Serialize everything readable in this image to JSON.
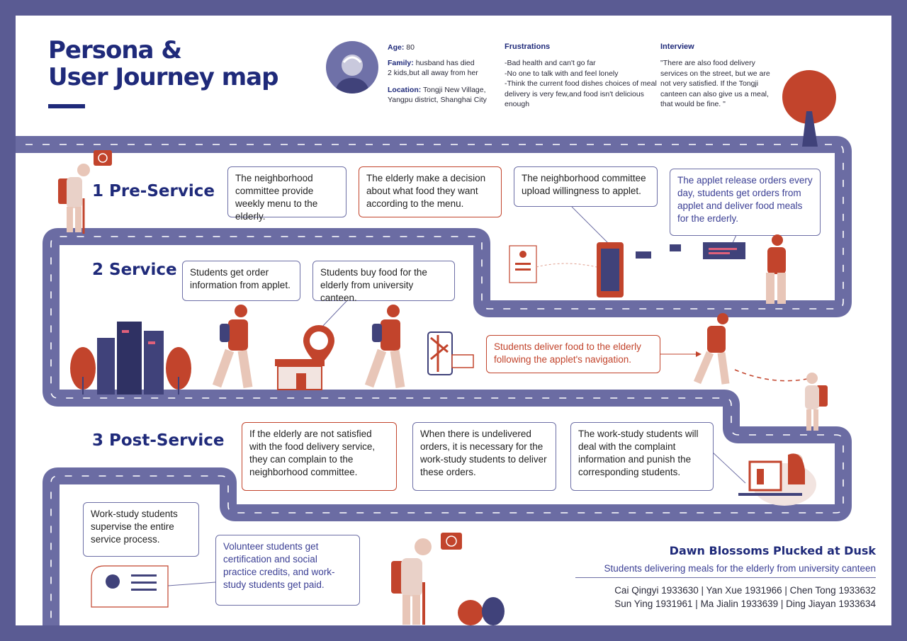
{
  "title_line1": "Persona &",
  "title_line2": "User Journey map",
  "persona": {
    "age_label": "Age:",
    "age": "80",
    "family_label": "Family:",
    "family_line1": "husband has died",
    "family_line2": "2 kids,but all away  from her",
    "location_label": "Location:",
    "location_line1": "Tongji New Village,",
    "location_line2": "Yangpu district, Shanghai City"
  },
  "frustrations": {
    "heading": "Frustrations",
    "item1": "-Bad health and can't go far",
    "item2": "-No one to talk with and feel lonely",
    "item3": "-Think the current food dishes choices of meal delivery is very few,and food isn't delicious enough"
  },
  "interview": {
    "heading": "Interview",
    "quote": "\"There are also food delivery services on the street, but we are not very satisfied. If the Tongji canteen can also give us a meal, that would be fine. \""
  },
  "stages": {
    "s1": "1  Pre-Service",
    "s2": "2  Service",
    "s3": "3  Post-Service"
  },
  "boxes": {
    "b1": "The neighborhood committee provide weekly menu to the elderly.",
    "b2": "The elderly make a decision about what food they want according to the menu.",
    "b3": "The neighborhood committee upload willingness to applet.",
    "b4": "The applet release orders every day, students get orders from applet and deliver food meals for the erderly.",
    "b5": "Students get order information from applet.",
    "b6": "Students buy food for the elderly from university canteen.",
    "b7": "Students  deliver food to the elderly following the applet's navigation.",
    "b8": "If the elderly are not satisfied with the food delivery service, they can complain to the neighborhood committee.",
    "b9": "When there is undelivered orders, it is necessary for the work-study students to deliver these orders.",
    "b10": "The work-study students will deal with the complaint information and punish the corresponding students.",
    "b11": "Work-study students supervise the entire service process.",
    "b12": "Volunteer students get certification and social practice credits, and work-study students get paid."
  },
  "credits": {
    "project": "Dawn Blossoms Plucked at Dusk",
    "subtitle": "Students delivering meals for the elderly from university canteen",
    "line1": "Cai Qingyi 1933630 |  Yan Xue 1931966  |  Chen Tong  1933632",
    "line2": "Sun Ying 1931961 |  Ma Jialin 1933639 |  Ding Jiayan 1933634"
  },
  "colors": {
    "navy": "#1f2a7a",
    "road": "#6b6ca3",
    "accent_red": "#c2442c",
    "frame": "#5a5b93"
  }
}
